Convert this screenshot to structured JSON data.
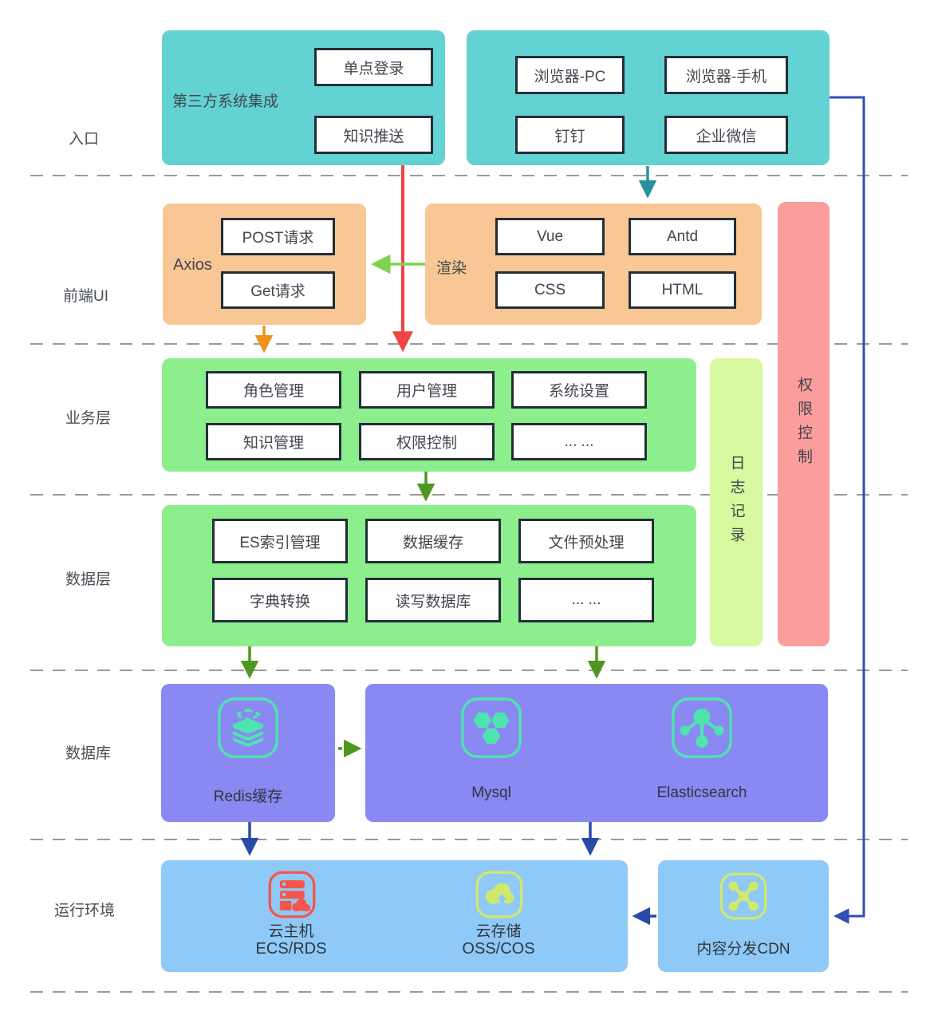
{
  "layers": [
    {
      "label": "入口"
    },
    {
      "label": "前端UI"
    },
    {
      "label": "业务层"
    },
    {
      "label": "数据层"
    },
    {
      "label": "数据库"
    },
    {
      "label": "运行环境"
    }
  ],
  "entry": {
    "third_party": {
      "title": "第三方系统集成",
      "items": [
        "单点登录",
        "知识推送"
      ]
    },
    "clients": {
      "items": [
        "浏览器-PC",
        "浏览器-手机",
        "钉钉",
        "企业微信"
      ]
    }
  },
  "frontend": {
    "axios": {
      "title": "Axios",
      "items": [
        "POST请求",
        "Get请求"
      ]
    },
    "render": {
      "title": "渲染",
      "items": [
        "Vue",
        "Antd",
        "CSS",
        "HTML"
      ]
    }
  },
  "business": {
    "items": [
      "角色管理",
      "用户管理",
      "系统设置",
      "知识管理",
      "权限控制",
      "... ..."
    ]
  },
  "data_layer": {
    "items": [
      "ES索引管理",
      "数据缓存",
      "文件预处理",
      "字典转换",
      "读写数据库",
      "... ..."
    ]
  },
  "database": {
    "redis": "Redis缓存",
    "mysql": "Mysql",
    "elasticsearch": "Elasticsearch"
  },
  "runtime": {
    "ecs_title": "云主机",
    "ecs_sub": "ECS/RDS",
    "oss_title": "云存储",
    "oss_sub": "OSS/COS",
    "cdn": "内容分发CDN"
  },
  "sidebars": {
    "log": "日志记录",
    "permission": "权限控制"
  },
  "icons": {
    "redis": "layers-stack-icon",
    "mysql": "hexagons-icon",
    "elasticsearch": "nodes-cluster-icon",
    "ecs": "cloud-server-icon",
    "oss": "cloud-upload-icon",
    "cdn": "network-hub-icon"
  },
  "colors": {
    "teal": "#63d2d3",
    "orange": "#f9c795",
    "green": "#8dee8e",
    "log_bar": "#d8f9a0",
    "permission_bar": "#fc9d9d",
    "purple": "#8a88f2",
    "light_blue": "#8fc9f7",
    "mint_icon": "#4fe3b0",
    "red_icon": "#f4564c",
    "lime_icon": "#cfe96e",
    "arrow_red": "#ee4444",
    "arrow_teal": "#27929c",
    "arrow_orange": "#f0921e",
    "arrow_light_green": "#7ed24e",
    "arrow_dark_green": "#4f9720",
    "arrow_blue": "#2b4aa8"
  }
}
